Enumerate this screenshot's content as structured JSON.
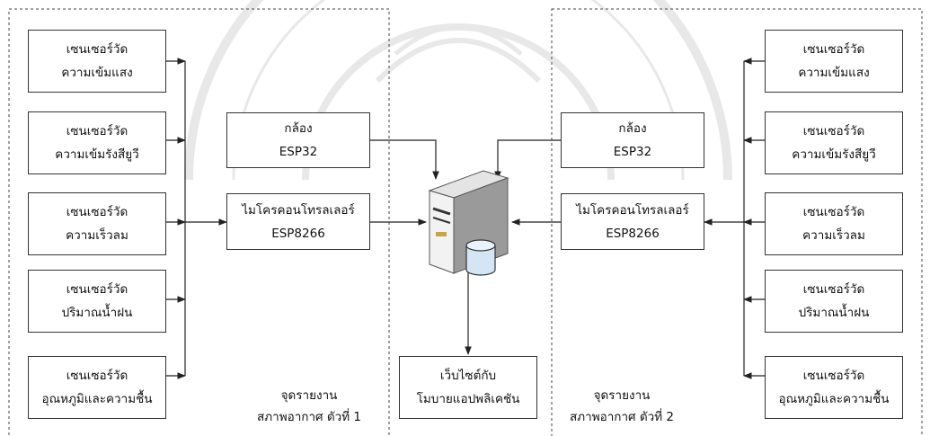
{
  "colors": {
    "line": "#222222",
    "dash": "#444444"
  },
  "left": {
    "sensors": [
      {
        "line1": "เซนเซอร์วัด",
        "line2": "ความเข้มแสง"
      },
      {
        "line1": "เซนเซอร์วัด",
        "line2": "ความเข้มรังสียูวี"
      },
      {
        "line1": "เซนเซอร์วัด",
        "line2": "ความเร็วลม"
      },
      {
        "line1": "เซนเซอร์วัด",
        "line2": "ปริมาณน้ำฝน"
      },
      {
        "line1": "เซนเซอร์วัด",
        "line2": "อุณหภูมิและความชื้น"
      }
    ],
    "camera": {
      "line1": "กล้อง",
      "line2": "ESP32"
    },
    "mcu": {
      "line1": "ไมโครคอนโทรลเลอร์",
      "line2": "ESP8266"
    },
    "station_label": {
      "line1": "จุดรายงาน",
      "line2": "สภาพอากาศ ตัวที่ 1"
    }
  },
  "right": {
    "sensors": [
      {
        "line1": "เซนเซอร์วัด",
        "line2": "ความเข้มแสง"
      },
      {
        "line1": "เซนเซอร์วัด",
        "line2": "ความเข้มรังสียูวี"
      },
      {
        "line1": "เซนเซอร์วัด",
        "line2": "ความเร็วลม"
      },
      {
        "line1": "เซนเซอร์วัด",
        "line2": "ปริมาณน้ำฝน"
      },
      {
        "line1": "เซนเซอร์วัด",
        "line2": "อุณหภูมิและความชื้น"
      }
    ],
    "camera": {
      "line1": "กล้อง",
      "line2": "ESP32"
    },
    "mcu": {
      "line1": "ไมโครคอนโทรลเลอร์",
      "line2": "ESP8266"
    },
    "station_label": {
      "line1": "จุดรายงาน",
      "line2": "สภาพอากาศ ตัวที่ 2"
    }
  },
  "web_app": {
    "line1": "เว็บไซต์กับ",
    "line2": "โมบายแอปพลิเคชัน"
  },
  "server_icon": "server-database-icon",
  "watermark_icon": "university-seal-watermark"
}
